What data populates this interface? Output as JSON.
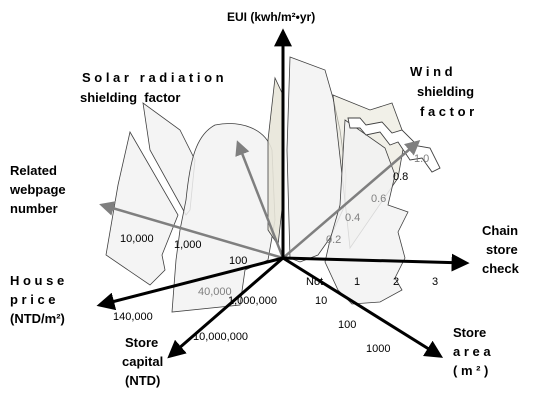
{
  "axes": {
    "eui": {
      "label": "EUI (kwh/m²•yr)"
    },
    "wind": {
      "label_lines": [
        "W i n d",
        "shielding",
        "f a c t o r"
      ],
      "ticks": [
        "0.2",
        "0.4",
        "0.6",
        "0.8",
        "1.0"
      ]
    },
    "solar": {
      "label_lines": [
        "S o l a r   r a d i a t i o n",
        "shielding  factor"
      ]
    },
    "webpage": {
      "label_lines": [
        "Related",
        "webpage",
        "number"
      ],
      "ticks": [
        "100",
        "1,000",
        "10,000"
      ]
    },
    "house_price": {
      "label_lines": [
        "H o u s e",
        "p r i c e",
        "(NTD/m²)"
      ],
      "ticks": [
        "40,000",
        "140,000"
      ]
    },
    "store_capital": {
      "label_lines": [
        "Store",
        "capital",
        "(NTD)"
      ],
      "ticks": [
        "1,000,000",
        "10,000,000"
      ]
    },
    "store_area": {
      "label_lines": [
        "Store",
        "a r e a",
        "( m ² )"
      ],
      "ticks": [
        "10",
        "100",
        "1000"
      ]
    },
    "chain_store": {
      "label_lines": [
        "Chain",
        "store",
        "check"
      ],
      "ticks": [
        "Not",
        "1",
        "2",
        "3"
      ]
    }
  },
  "colors": {
    "axis": "#000000",
    "grey_axis": "#7f7f7f",
    "shape_fill": "#f2f2f2",
    "shape_stroke": "#404040",
    "beige_fill": "#e8e6d9"
  }
}
